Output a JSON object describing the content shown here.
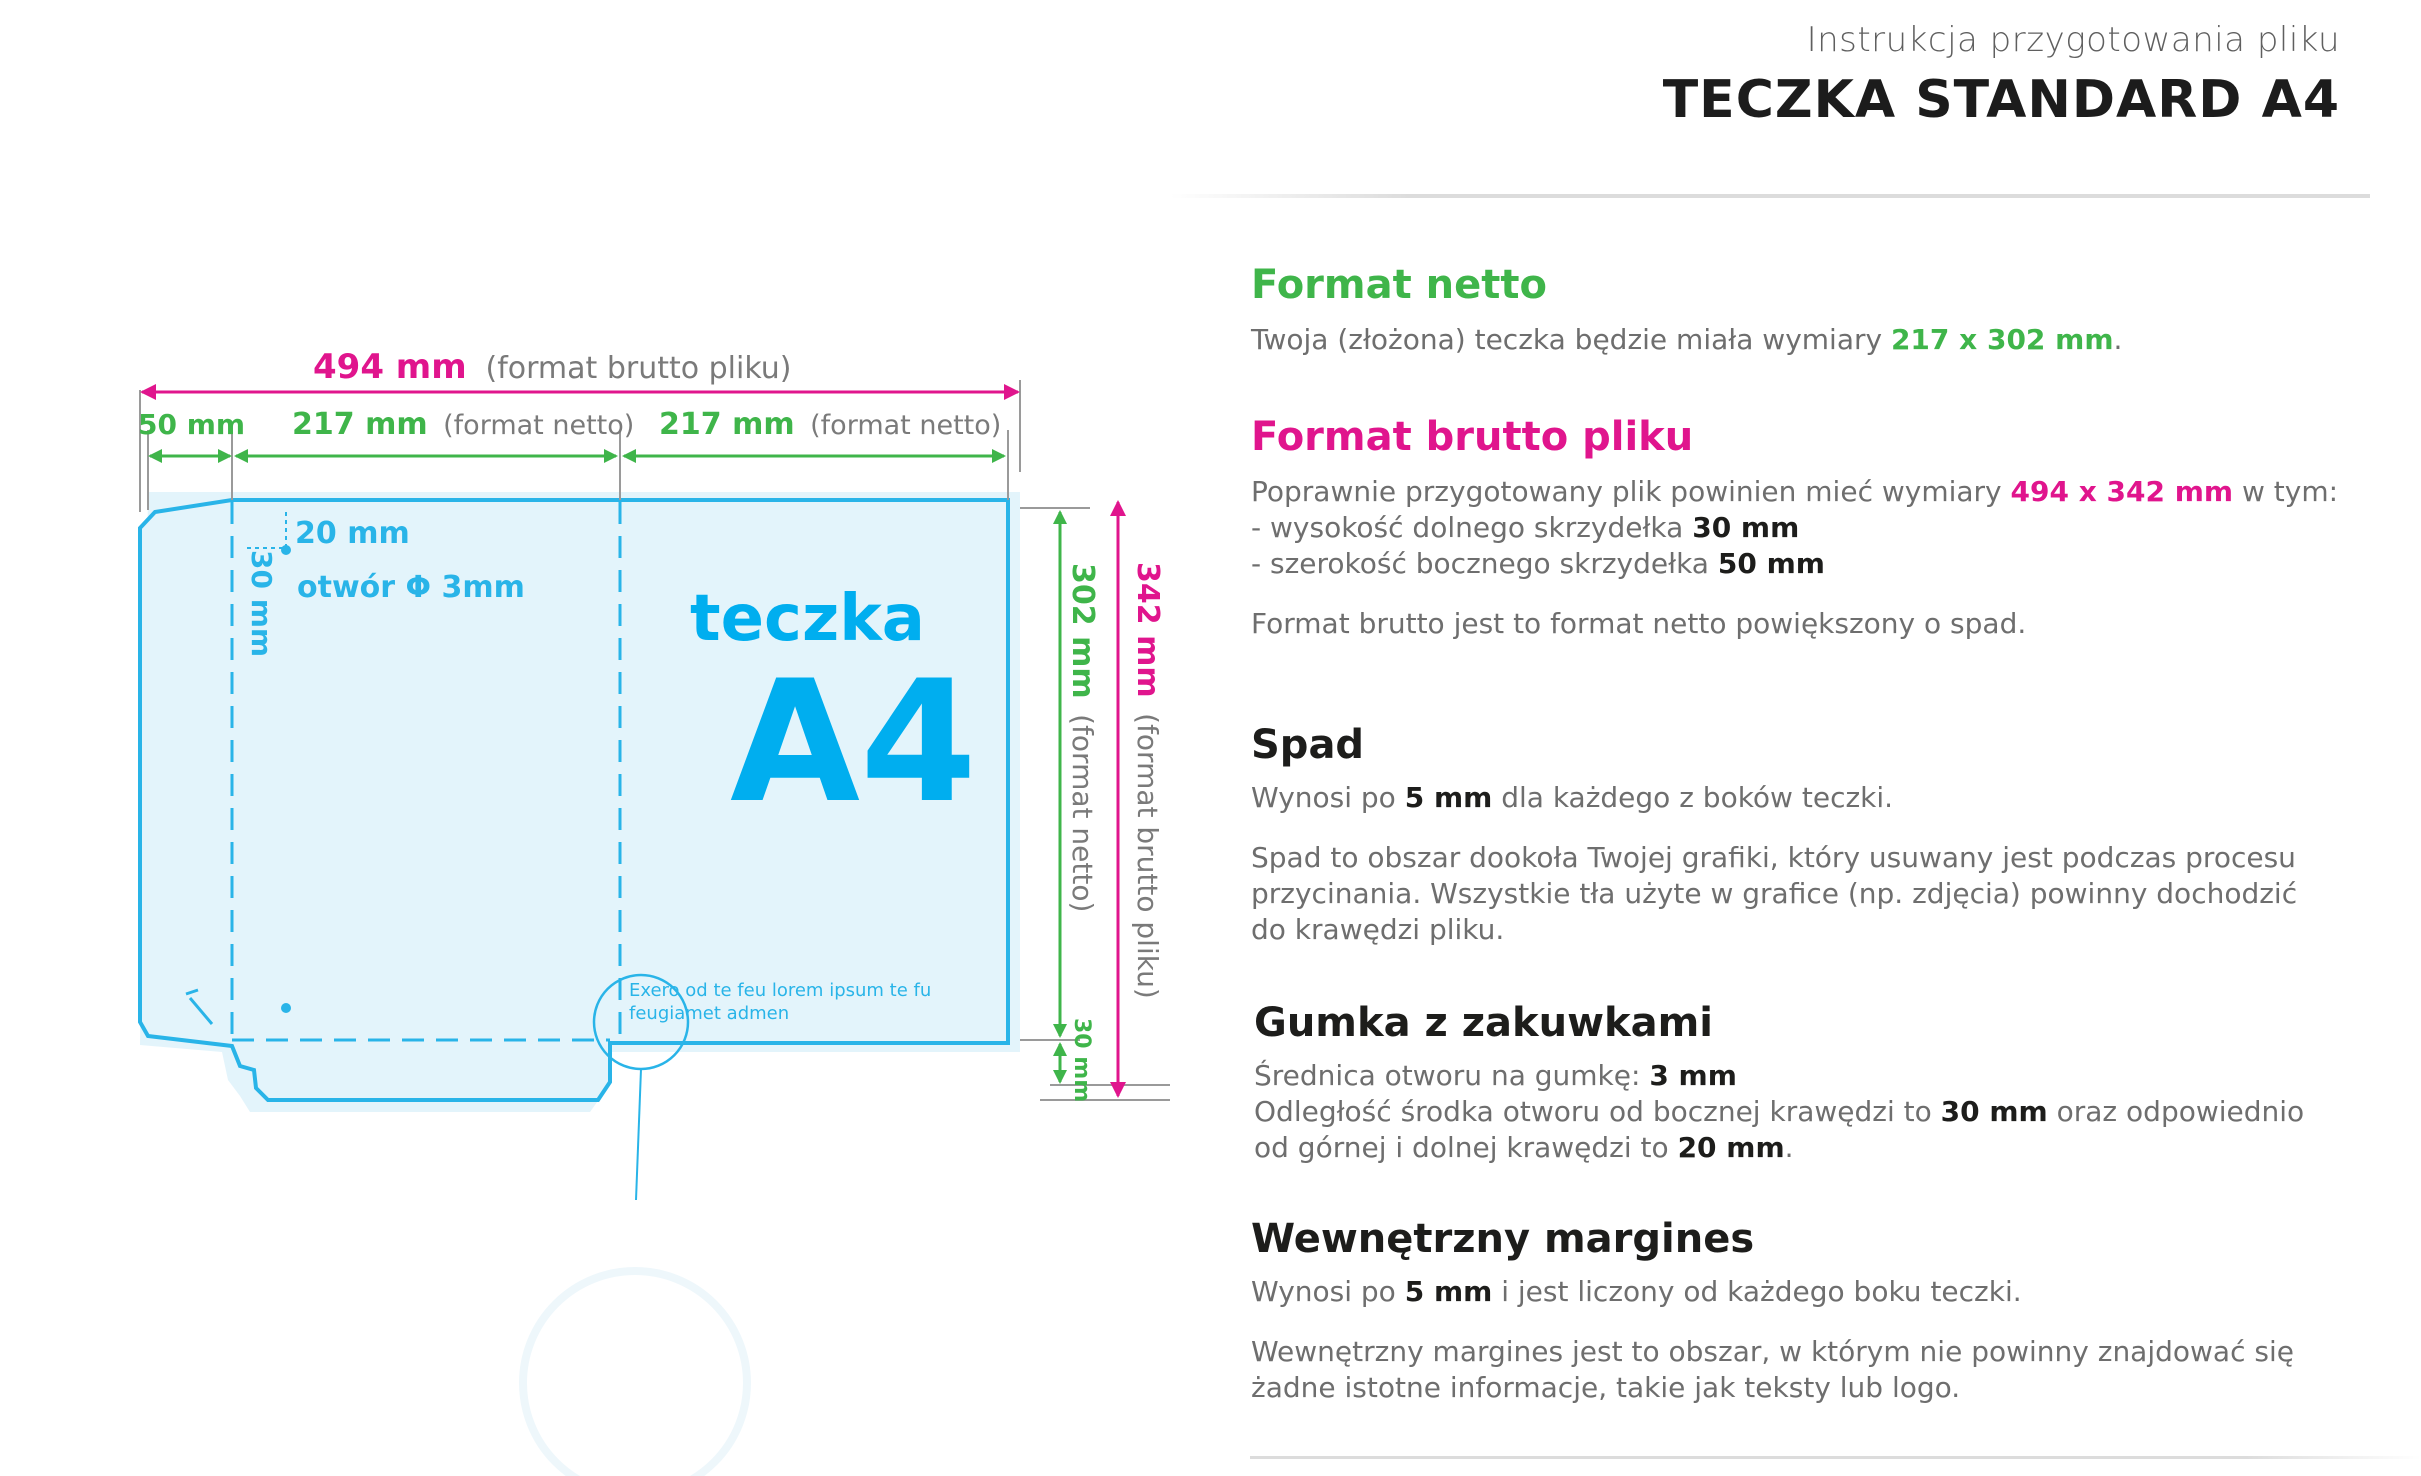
{
  "header": {
    "subtitle": "Instrukcja przygotowania pliku",
    "title": "TECZKA STANDARD A4"
  },
  "colors": {
    "green": "#3fb54a",
    "magenta": "#e0158d",
    "blue": "#00aeef",
    "text": "#6e6e6e",
    "dark": "#1d1d1b"
  },
  "diagram": {
    "dim_total": {
      "value": "494 mm",
      "label": "(format brutto pliku)"
    },
    "dim_side_flap": "50 mm",
    "dim_left_panel": {
      "value": "217 mm",
      "label": "(format netto)"
    },
    "dim_right_panel": {
      "value": "217 mm",
      "label": "(format netto)"
    },
    "dim_height_net": {
      "value": "302 mm",
      "label": "(format netto)"
    },
    "dim_height_gross": {
      "value": "342 mm",
      "label": "(format brutto pliku)"
    },
    "dim_bottom_flap": "30 mm",
    "hole_top": "20 mm",
    "hole_side": "30 mm",
    "hole_label": "otwór Φ 3mm",
    "logo_word": "teczka",
    "logo_size": "A4",
    "sample_text_line1": "Exero od te feu lorem ipsum te fu",
    "sample_text_line2": "feugiamet admen"
  },
  "sections": {
    "netto": {
      "title": "Format netto",
      "text_before": "Twoja (złożona) teczka będzie miała wymiary ",
      "highlight": "217 x 302 mm",
      "text_after": "."
    },
    "brutto": {
      "title": "Format brutto pliku",
      "line1_before": "Poprawnie przygotowany plik powinien mieć wymiary ",
      "line1_highlight": "494 x 342 mm",
      "line1_after": " w tym:",
      "line2_before": "- wysokość dolnego skrzydełka ",
      "line2_bold": "30 mm",
      "line3_before": "- szerokość bocznego skrzydełka ",
      "line3_bold": "50 mm",
      "note": "Format brutto jest to format netto powiększony o spad."
    },
    "spad": {
      "title": "Spad",
      "line1_before": "Wynosi po ",
      "line1_bold": "5 mm",
      "line1_after": " dla każdego z boków teczki.",
      "para_line1": "Spad to obszar dookoła Twojej grafiki, który usuwany jest podczas procesu",
      "para_line2": "przycinania. Wszystkie tła użyte w grafice (np. zdjęcia) powinny dochodzić",
      "para_line3": "do krawędzi pliku."
    },
    "gumka": {
      "title": "Gumka z zakuwkami",
      "line1_before": "Średnica otworu na gumkę: ",
      "line1_bold": "3 mm",
      "line2_before": "Odległość środka otworu od bocznej krawędzi to ",
      "line2_bold": "30 mm",
      "line2_after": " oraz odpowiednio",
      "line3_before": "od górnej i dolnej krawędzi to ",
      "line3_bold": "20 mm",
      "line3_after": "."
    },
    "margines": {
      "title": "Wewnętrzny margines",
      "line1_before": "Wynosi po ",
      "line1_bold": "5 mm",
      "line1_after": " i jest liczony od każdego boku teczki.",
      "para_line1": "Wewnętrzny margines jest to obszar, w którym nie powinny znajdować się",
      "para_line2": "żadne istotne informacje, takie jak teksty lub logo."
    }
  }
}
